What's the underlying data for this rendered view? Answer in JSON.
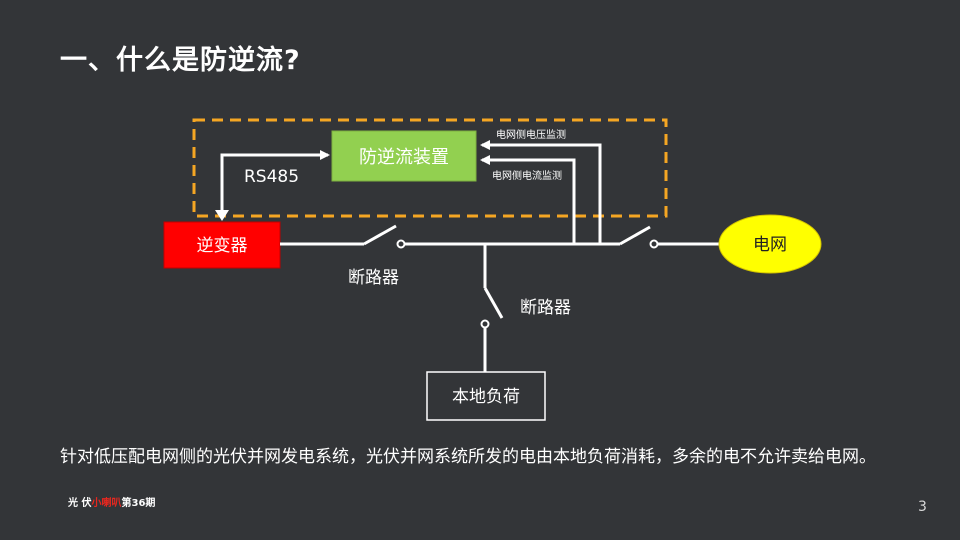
{
  "slide": {
    "title": "一、什么是防逆流?",
    "caption": "针对低压配电网侧的光伏并网发电系统，光伏并网系统所发的电由本地负荷消耗，多余的电不允许卖给电网。",
    "footer": {
      "prefix": "光 伏",
      "highlight": "小喇叭",
      "suffix": "第36期"
    },
    "page_number": "3"
  },
  "diagram": {
    "device_label": "防逆流装置",
    "rs485_label": "RS485",
    "voltage_monitor_label": "电网侧电压监测",
    "current_monitor_label": "电网侧电流监测",
    "inverter_label": "逆变器",
    "grid_label": "电网",
    "breaker_label_1": "断路器",
    "breaker_label_2": "断路器",
    "load_label": "本地负荷",
    "colors": {
      "device_fill": "#92d050",
      "inverter_fill": "#ff0000",
      "grid_fill": "#ffff00",
      "dashed_border": "#f5a623",
      "load_fill": "#333538",
      "background": "#333538"
    }
  }
}
